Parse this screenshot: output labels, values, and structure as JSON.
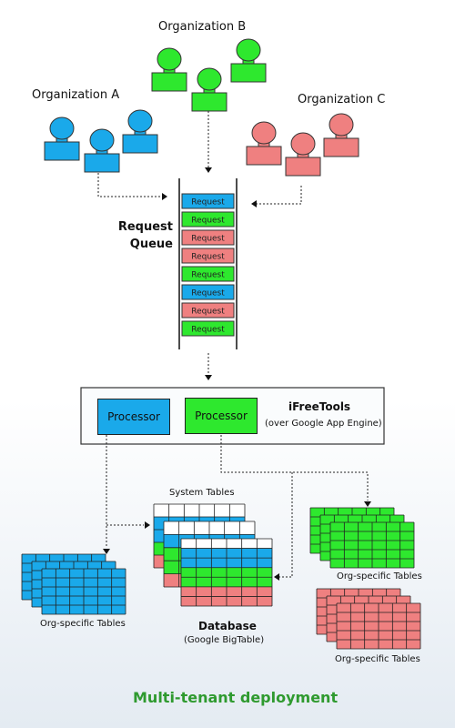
{
  "organizations": [
    {
      "name": "Organization A",
      "color": "#1aa9ea"
    },
    {
      "name": "Organization B",
      "color": "#2ee82e"
    },
    {
      "name": "Organization C",
      "color": "#ef8080"
    }
  ],
  "queue": {
    "label_line1": "Request",
    "label_line2": "Queue",
    "request_label": "Request",
    "items": [
      "A",
      "B",
      "C",
      "C",
      "B",
      "A",
      "C",
      "B"
    ]
  },
  "processors": [
    {
      "label": "Processor",
      "color": "#1aa9ea"
    },
    {
      "label": "Processor",
      "color": "#2ee82e"
    }
  ],
  "platform": {
    "name": "iFreeTools",
    "subtitle": "(over Google App Engine)"
  },
  "system_tables_label": "System Tables",
  "org_tables_label": "Org-specific Tables",
  "database": {
    "name": "Database",
    "subtitle": "(Google BigTable)"
  },
  "caption": "Multi-tenant deployment",
  "colors": {
    "A": "#1aa9ea",
    "B": "#2ee82e",
    "C": "#ef8080"
  }
}
